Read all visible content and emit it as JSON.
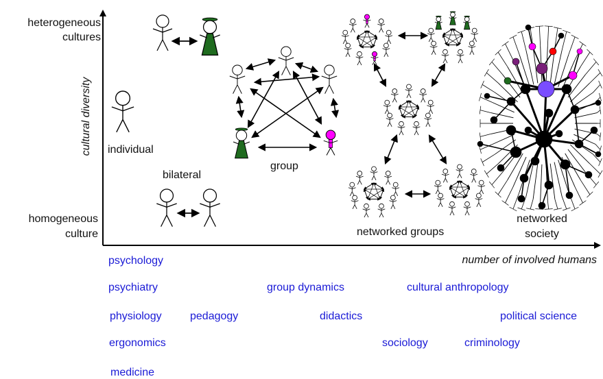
{
  "axes": {
    "y_label": "cultural diversity",
    "y_top_label_line1": "heterogeneous",
    "y_top_label_line2": "cultures",
    "y_bottom_label_line1": "homogeneous",
    "y_bottom_label_line2": "culture",
    "x_label": "number of involved humans"
  },
  "stages": {
    "individual": "individual",
    "bilateral": "bilateral",
    "group": "group",
    "networked_groups": "networked groups",
    "networked_society_line1": "networked",
    "networked_society_line2": "society"
  },
  "disciplines": {
    "psychology": "psychology",
    "psychiatry": "psychiatry",
    "physiology": "physiology",
    "ergonomics": "ergonomics",
    "medicine": "medicine",
    "pedagogy": "pedagogy",
    "group_dynamics": "group dynamics",
    "didactics": "didactics",
    "sociology": "sociology",
    "cultural_anthropology": "cultural anthropology",
    "criminology": "criminology",
    "political_science": "political science"
  },
  "colors": {
    "axis": "#000000",
    "discipline_text": "#1a1ad6",
    "culture_green": "#1f6b1f",
    "culture_magenta": "#ff00ff",
    "culture_purple": "#7a1f7a",
    "culture_red": "#ff0000",
    "culture_blue": "#7a4dff",
    "node_black": "#000000"
  },
  "icons": [
    "person-icon",
    "arrow-icon",
    "network-node-icon"
  ]
}
